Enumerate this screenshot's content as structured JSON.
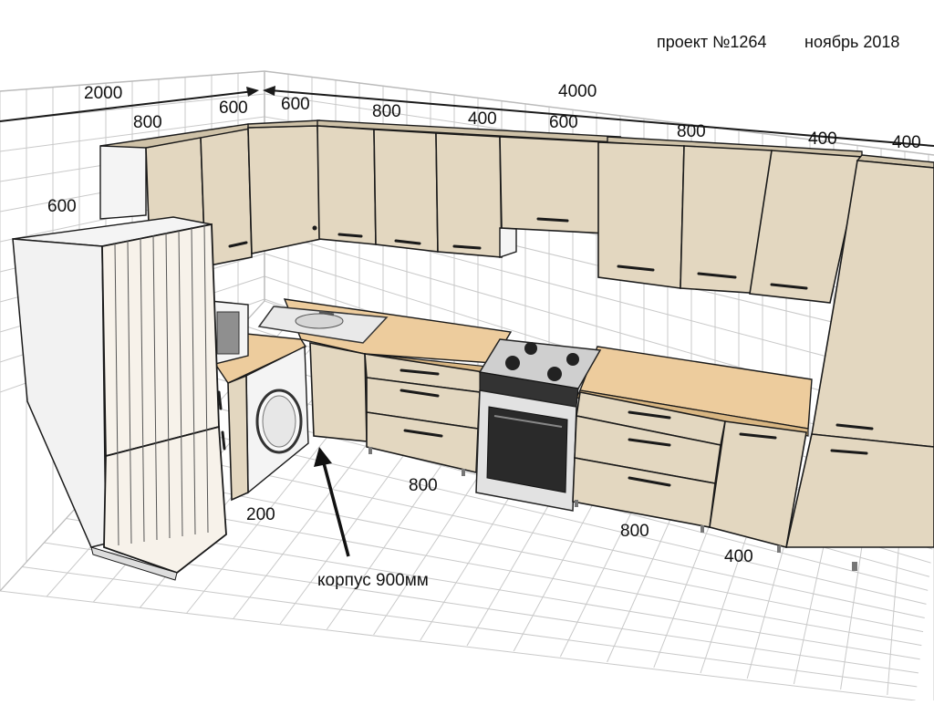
{
  "header": {
    "project": "проект №1264",
    "date": "ноябрь 2018"
  },
  "dimensions": {
    "left_wall_total": "2000",
    "right_wall_total": "4000",
    "upper_left_1": "800",
    "upper_left_2": "600",
    "upper_corner": "600",
    "upper_mid_1": "800",
    "upper_mid_2": "400",
    "upper_hood": "600",
    "upper_right_1": "800",
    "upper_right_2": "400",
    "upper_tall": "400",
    "fridge_depth": "600",
    "base_sink": "800",
    "base_gap": "200",
    "base_drawers": "800",
    "base_door": "400"
  },
  "annotation": {
    "text": "корпус 900мм"
  },
  "colors": {
    "cabinet_face": "#e3d7c0",
    "countertop": "#edcc9d",
    "floor_grid": "#c9c9c9"
  }
}
